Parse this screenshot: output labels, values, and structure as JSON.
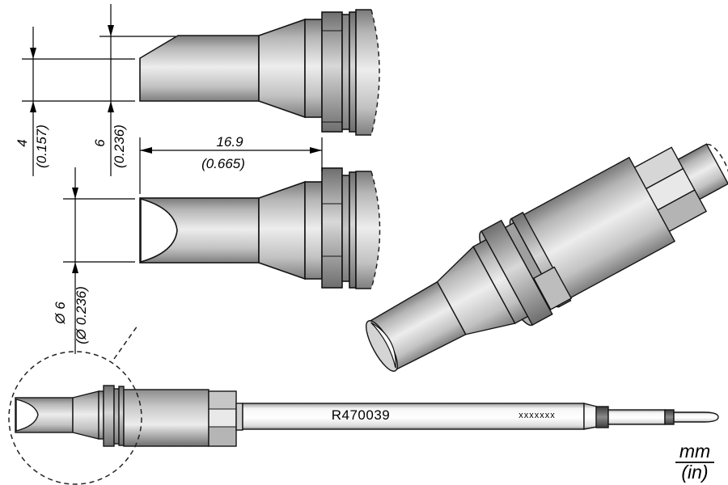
{
  "drawing": {
    "part_number": "R470039",
    "marking_placeholder": "xxxxxxx",
    "units": {
      "numerator": "mm",
      "denominator": "(in)"
    },
    "dimensions": {
      "tip_thickness": {
        "mm": "4",
        "inches": "(0.157)"
      },
      "tip_diameter": {
        "mm": "6",
        "inches": "(0.236)"
      },
      "tip_length": {
        "mm": "16.9",
        "inches": "(0.665)"
      },
      "shank_diameter": {
        "mm": "Ø 6",
        "inches": "(Ø 0.236)"
      }
    },
    "colors": {
      "background": "#ffffff",
      "outline": "#141414",
      "metal_light": "#ededed",
      "metal_dark": "#7a7a7a",
      "contact_band": "#3c3c3c"
    }
  }
}
